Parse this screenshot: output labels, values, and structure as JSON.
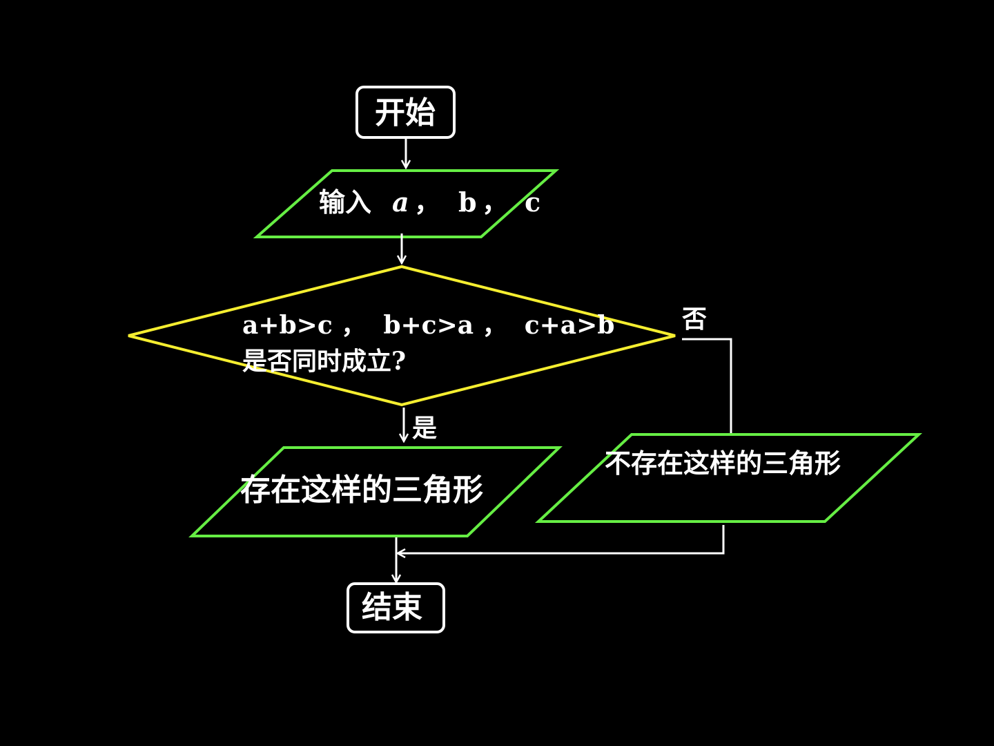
{
  "flowchart": {
    "start": "开始",
    "input": {
      "prefix": "输入",
      "var_a": "a",
      "sep1": "，",
      "var_b": "b",
      "sep2": "，",
      "var_c": "c"
    },
    "decision": {
      "line1": "a+b>c ，  b+c>a ，  c+a>b",
      "line2": "是否同时成立?"
    },
    "yes_label": "是",
    "no_label": "否",
    "output_yes": "存在这样的三角形",
    "output_no": "不存在这样的三角形",
    "end": "结束"
  },
  "colors": {
    "background": "#000000",
    "terminal_border": "#ffffff",
    "io_border": "#66ee44",
    "decision_border": "#f5ee30",
    "connector": "#ffffff",
    "text": "#ffffff"
  }
}
